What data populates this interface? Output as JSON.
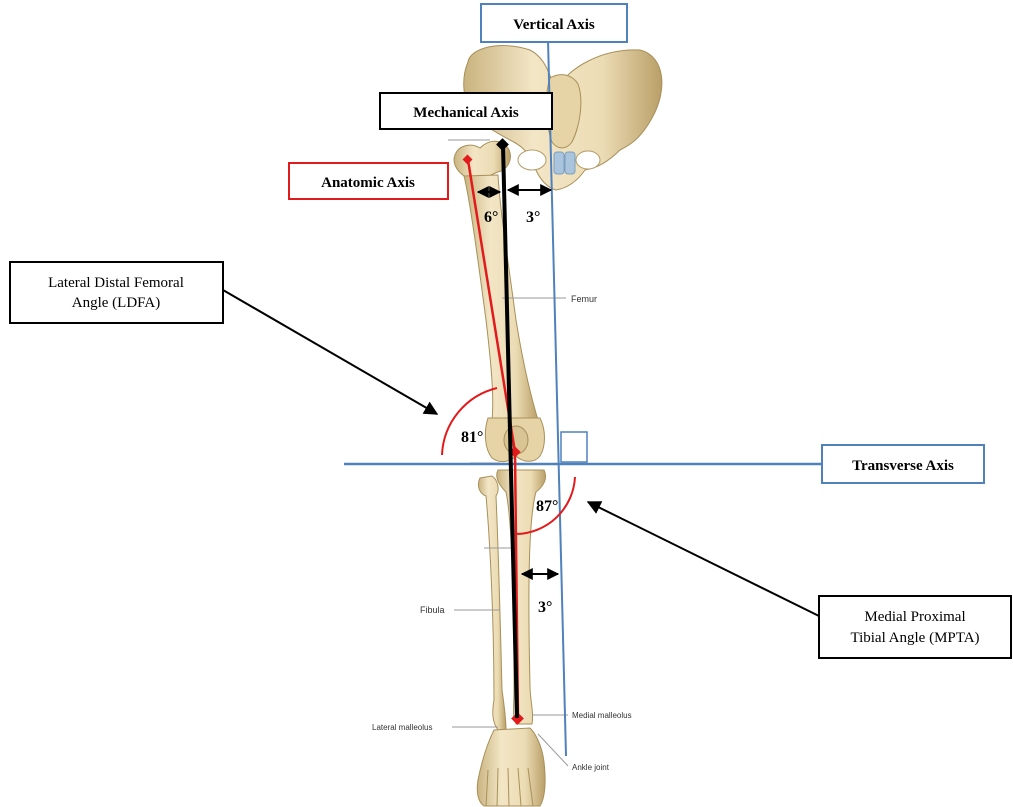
{
  "labels": {
    "vertical_axis": "Vertical Axis",
    "mechanical_axis": "Mechanical Axis",
    "anatomic_axis": "Anatomic Axis",
    "transverse_axis": "Transverse Axis",
    "ldfa_line1": "Lateral Distal Femoral",
    "ldfa_line2": "Angle (LDFA)",
    "mpta_line1": "Medial Proximal",
    "mpta_line2": "Tibial Angle (MPTA)"
  },
  "angles": {
    "anatomic_mechanical": "6°",
    "mechanical_vertical_femur": "3°",
    "ldfa": "81°",
    "mpta": "87°",
    "mechanical_vertical_tibia": "3°"
  },
  "bone_labels": {
    "femur": "Femur",
    "fibula": "Fibula",
    "lateral_malleolus": "Lateral malleolus",
    "medial_malleolus": "Medial malleolus",
    "ankle_joint": "Ankle joint"
  },
  "colors": {
    "axis_blue": "#4f81bd",
    "anatomic_red": "#e31a1c",
    "mechanical_black": "#000000",
    "bone": "#ecdcb4",
    "bone_shadow": "#c9b37f"
  }
}
